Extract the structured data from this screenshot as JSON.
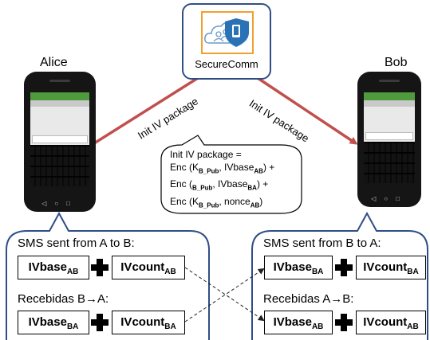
{
  "server": {
    "label": "SecureComm",
    "icon": "cloud-users-shield-icon"
  },
  "alice": {
    "name": "Alice"
  },
  "bob": {
    "name": "Bob"
  },
  "arrows": {
    "left_label": "Init IV package",
    "right_label": "Init IV package",
    "color": "#c0504d"
  },
  "bubble": {
    "lines": [
      {
        "text": "Init IV package ="
      },
      {
        "pre": "Enc (K",
        "sub1": "B_Pub",
        "mid": ",  IVbase",
        "sub2": "AB",
        "post": ") +"
      },
      {
        "pre": "Enc (",
        "sub1": "B_Pub",
        "mid": ",  IVbase",
        "sub2": "BA",
        "post": ") +"
      },
      {
        "pre": "Enc (K",
        "sub1": "B_Pub",
        "mid": ",  nonce",
        "sub2": "AB",
        "post": ")"
      }
    ]
  },
  "left_panel": {
    "sent_title": "SMS sent from A to B:",
    "received_title": "Recebidas B→A:",
    "row1": {
      "a_base": "IVbase",
      "a_sub": "AB",
      "b_base": "IVcount",
      "b_sub": "AB"
    },
    "row2": {
      "a_base": "IVbase",
      "a_sub": "BA",
      "b_base": "IVcount",
      "b_sub": "BA"
    }
  },
  "right_panel": {
    "sent_title": "SMS sent from B to A:",
    "received_title": "Recebidas A→B:",
    "row1": {
      "a_base": "IVbase",
      "a_sub": "BA",
      "b_base": "IVcount",
      "b_sub": "BA"
    },
    "row2": {
      "a_base": "IVbase",
      "a_sub": "AB",
      "b_base": "IVcount",
      "b_sub": "AB"
    }
  },
  "colors": {
    "border": "#2f4e86",
    "arrow": "#c0504d",
    "screen_bar": "#4f9a3d"
  }
}
